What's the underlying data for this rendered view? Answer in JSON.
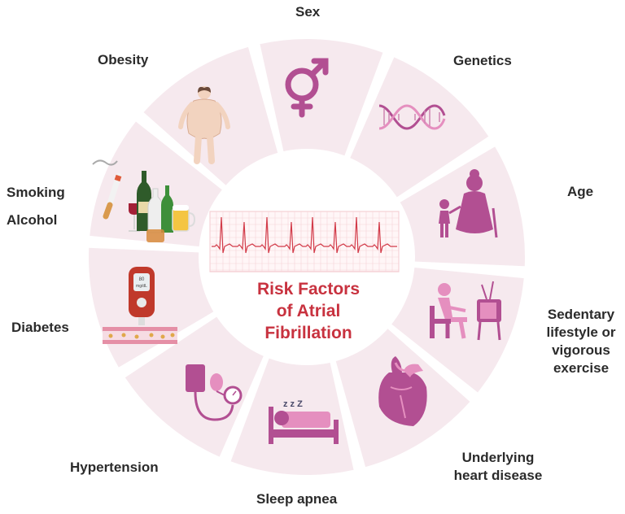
{
  "title_lines": [
    "Risk Factors",
    "of Atrial",
    "Fibrillation"
  ],
  "factors": {
    "sex": "Sex",
    "genetics": "Genetics",
    "age": "Age",
    "sedentary": [
      "Sedentary",
      "lifestyle or",
      "vigorous",
      "exercise"
    ],
    "heart_disease": [
      "Underlying",
      "heart disease"
    ],
    "sleep_apnea": "Sleep apnea",
    "hypertension": "Hypertension",
    "diabetes": "Diabetes",
    "smoking": "Smoking",
    "alcohol": "Alcohol",
    "obesity": "Obesity"
  },
  "glucometer_reading": [
    "80",
    "mg/dL"
  ],
  "colors": {
    "segment_fill": "#f6e9ee",
    "segment_gap": "#ffffff",
    "icon_purple": "#b24f92",
    "icon_pink": "#e58fbf",
    "title_red": "#c8323f",
    "ecg_grid": "#f3c9ce",
    "ecg_line": "#d23a48"
  },
  "icons": [
    "obesity-figure-icon",
    "sex-symbol-icon",
    "dna-icon",
    "elderly-child-icon",
    "tv-watching-icon",
    "heart-icon",
    "sleep-bed-icon",
    "blood-pressure-icon",
    "glucometer-icon",
    "cigarette-alcohol-icon",
    "ecg-strip-icon"
  ]
}
